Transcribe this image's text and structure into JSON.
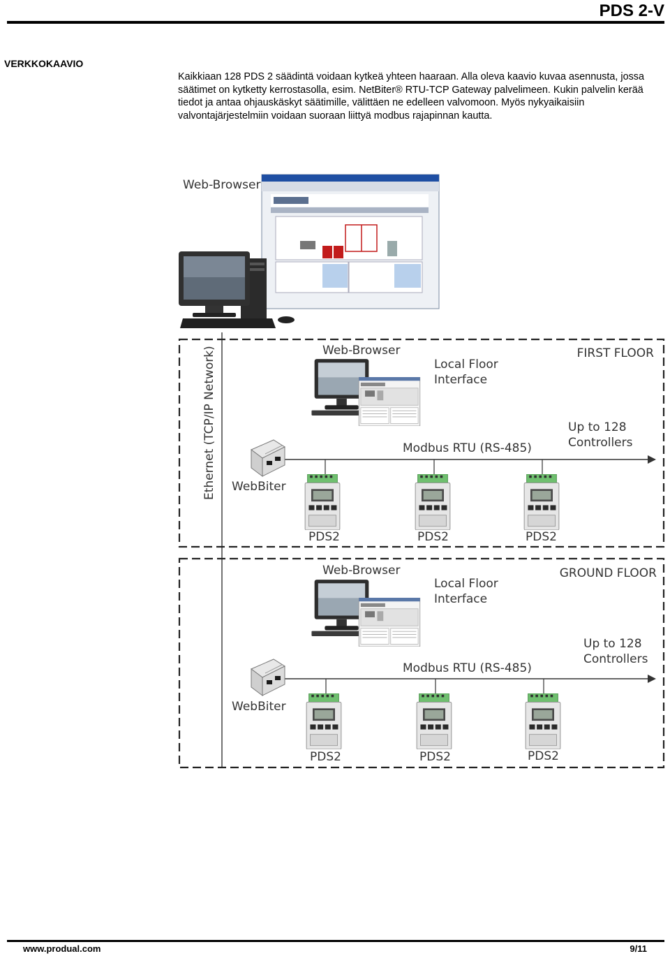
{
  "header": {
    "title": "PDS 2-V"
  },
  "section": {
    "title": "VERKKOKAAVIO",
    "paragraph": "Kaikkiaan 128 PDS 2 säädintä voidaan kytkeä yhteen haaraan. Alla oleva kaavio kuvaa asennusta, jossa säätimet on kytketty kerrostasolla, esim. NetBiter® RTU-TCP Gateway palvelimeen. Kukin palvelin kerää tiedot ja antaa ohjauskäskyt säätimille, välittäen ne edelleen valvomoon. Myös nykyaikaisiin valvontajärjestelmiin voidaan suoraan liittyä modbus rajapinnan kautta."
  },
  "diagram": {
    "top_label": "Web-Browser",
    "backbone_label": "Ethernet (TCP/IP Network)",
    "floors": [
      {
        "floor_label": "FIRST FLOOR",
        "browser_label": "Web-Browser",
        "interface_label_1": "Local Floor",
        "interface_label_2": "Interface",
        "capacity_label_1": "Up to 128",
        "capacity_label_2": "Controllers",
        "bus_label": "Modbus RTU (RS-485)",
        "gateway_label": "WebBiter",
        "device_label": "PDS2"
      },
      {
        "floor_label": "GROUND FLOOR",
        "browser_label": "Web-Browser",
        "interface_label_1": "Local Floor",
        "interface_label_2": "Interface",
        "capacity_label_1": "Up to 128",
        "capacity_label_2": "Controllers",
        "bus_label": "Modbus RTU (RS-485)",
        "gateway_label": "WebBiter",
        "device_label": "PDS2"
      }
    ]
  },
  "footer": {
    "url": "www.produal.com",
    "page": "9/11"
  }
}
